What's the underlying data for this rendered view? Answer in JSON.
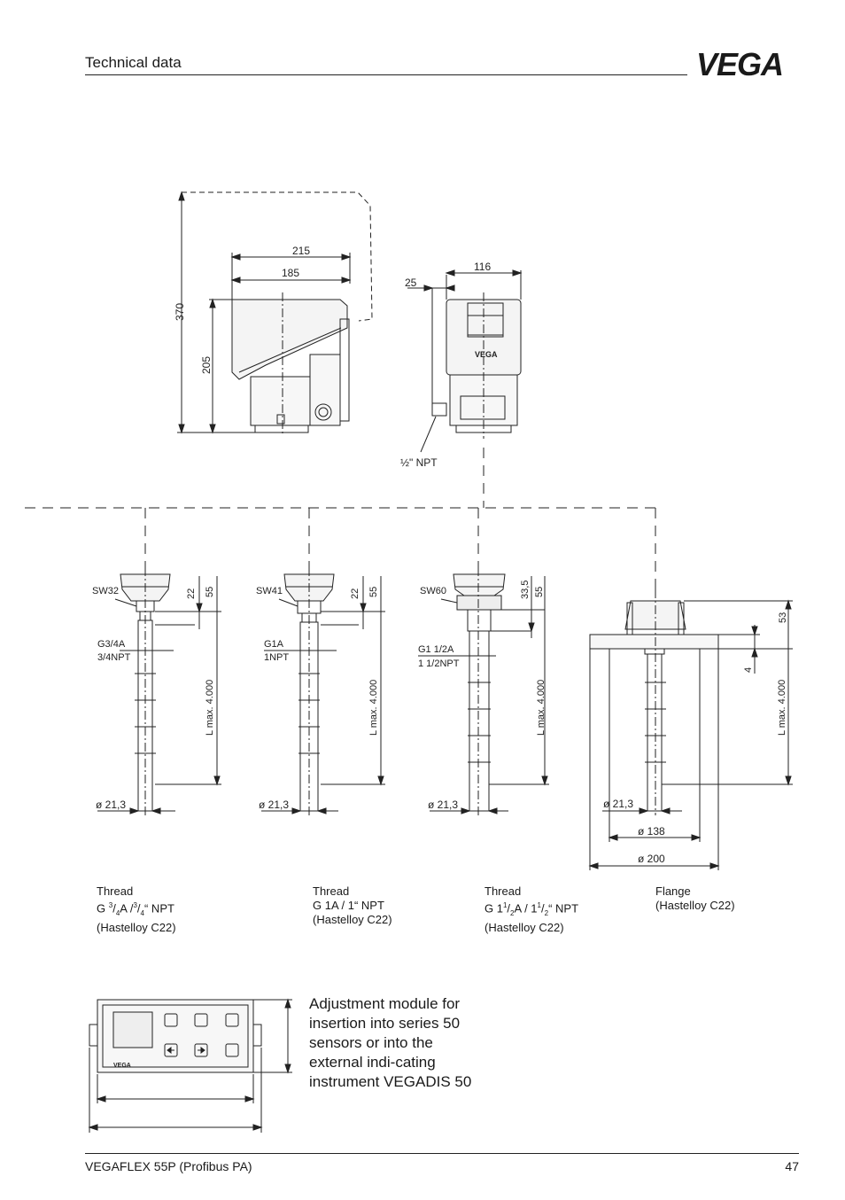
{
  "header": {
    "title": "Technical data",
    "logo": "VEGA"
  },
  "footer": {
    "document": "VEGAFLEX 55P (Profibus PA)",
    "page": "47"
  },
  "housing_side": {
    "d215": "215",
    "d185": "185",
    "d370": "370",
    "d205": "205"
  },
  "housing_front": {
    "d116": "116",
    "d25": "25",
    "npt": "½\" NPT",
    "brand": "VEGA"
  },
  "probe1": {
    "sw": "SW32",
    "d22": "22",
    "d55": "55",
    "thread1": "G3/4A",
    "thread2": "3/4NPT",
    "lmax": "L max. 4.000",
    "dia": "ø 21,3"
  },
  "probe2": {
    "sw": "SW41",
    "d22": "22",
    "d55": "55",
    "thread1": "G1A",
    "thread2": "1NPT",
    "lmax": "L max. 4.000",
    "dia": "ø 21,3"
  },
  "probe3": {
    "sw": "SW60",
    "d33": "33,5",
    "d55": "55",
    "thread1": "G1 1/2A",
    "thread2": "1 1/2NPT",
    "lmax": "L max. 4.000",
    "dia": "ø 21,3"
  },
  "probe4": {
    "d53": "53",
    "d4": "4",
    "lmax": "L max. 4.000",
    "dia": "ø 21,3",
    "d138": "ø 138",
    "d200": "ø 200"
  },
  "captions": {
    "c1": {
      "l1": "Thread",
      "l2a": "G ",
      "l2b": "3",
      "l2c": "/",
      "l2d": "4",
      "l2e": "A /",
      "l2f": "3",
      "l2g": "/",
      "l2h": "4",
      "l2i": "“ NPT",
      "l3": "(Hastelloy C22)"
    },
    "c2": {
      "l1": "Thread",
      "l2": "G 1A / 1“ NPT",
      "l3": "(Hastelloy C22)"
    },
    "c3": {
      "l1": "Thread",
      "l2a": "G 1",
      "l2b": "1",
      "l2c": "/",
      "l2d": "2",
      "l2e": "A / 1",
      "l2f": "1",
      "l2g": "/",
      "l2h": "2",
      "l2i": "“ NPT",
      "l3": "(Hastelloy C22)"
    },
    "c4": {
      "l1": "Flange",
      "l3": "(Hastelloy C22)"
    }
  },
  "module": {
    "brand": "VEGA",
    "description": "Adjustment module for insertion into series 50 sensors or into the external indi-cating instrument VEGADIS 50"
  }
}
